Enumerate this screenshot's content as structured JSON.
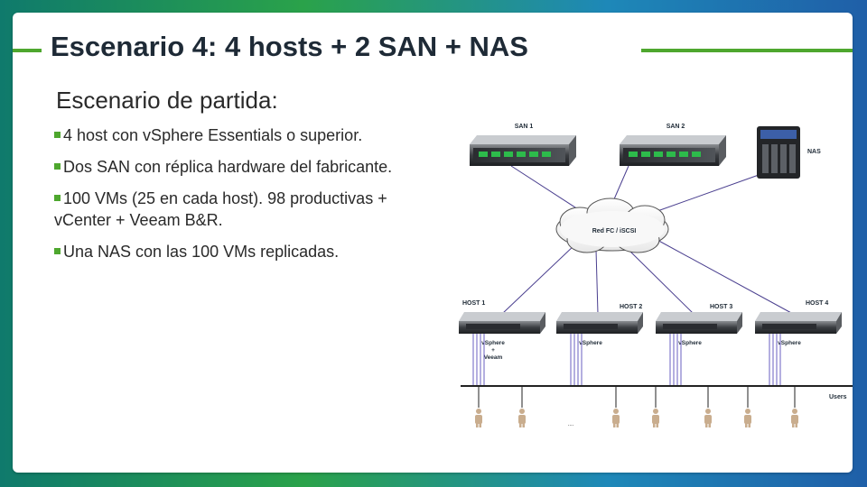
{
  "slide": {
    "title": "Escenario 4: 4 hosts + 2 SAN + NAS",
    "subtitle": "Escenario de partida:",
    "bullets": [
      "4 host con vSphere Essentials o superior.",
      "Dos SAN con réplica hardware del fabricante.",
      "100 VMs (25 en cada host). 98 productivas + vCenter + Veeam B&R.",
      "Una NAS con las 100 VMs replicadas."
    ],
    "accent_color": "#4ea72e"
  },
  "diagram": {
    "san1_label": "SAN 1",
    "san2_label": "SAN 2",
    "nas_label": "NAS",
    "cloud_label": "Red FC / iSCSI",
    "hosts": [
      {
        "label": "HOST 1",
        "software_line1": "vSphere",
        "software_line2": "+",
        "software_line3": "Veeam"
      },
      {
        "label": "HOST 2",
        "software_line1": "vSphere"
      },
      {
        "label": "HOST 3",
        "software_line1": "vSphere"
      },
      {
        "label": "HOST 4",
        "software_line1": "vSphere"
      }
    ],
    "users_label": "Users",
    "ellipsis": "....",
    "icons": [
      "san-storage-icon",
      "nas-device-icon",
      "network-cloud-icon",
      "rack-server-icon",
      "user-person-icon"
    ]
  }
}
